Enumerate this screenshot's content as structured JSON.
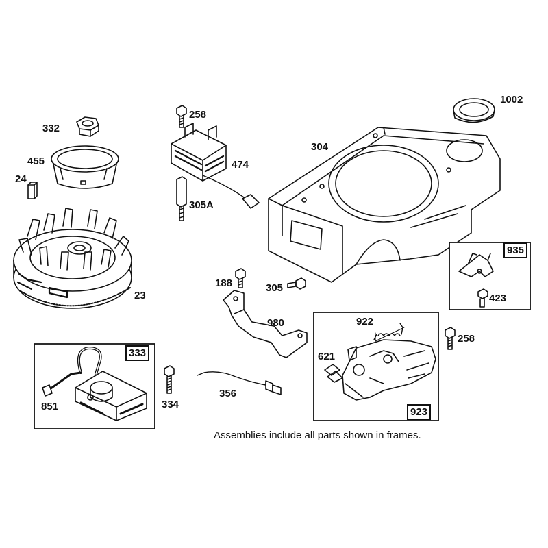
{
  "parts": {
    "p332": "332",
    "p455": "455",
    "p24": "24",
    "p23": "23",
    "p258a": "258",
    "p474": "474",
    "p305a": "305A",
    "p304": "304",
    "p1002": "1002",
    "p935": "935",
    "p423": "423",
    "p188": "188",
    "p305": "305",
    "p980": "980",
    "p922": "922",
    "p621": "621",
    "p258b": "258",
    "p923": "923",
    "p333": "333",
    "p851": "851",
    "p334": "334",
    "p356": "356"
  },
  "note": "Assemblies include all parts shown in frames."
}
